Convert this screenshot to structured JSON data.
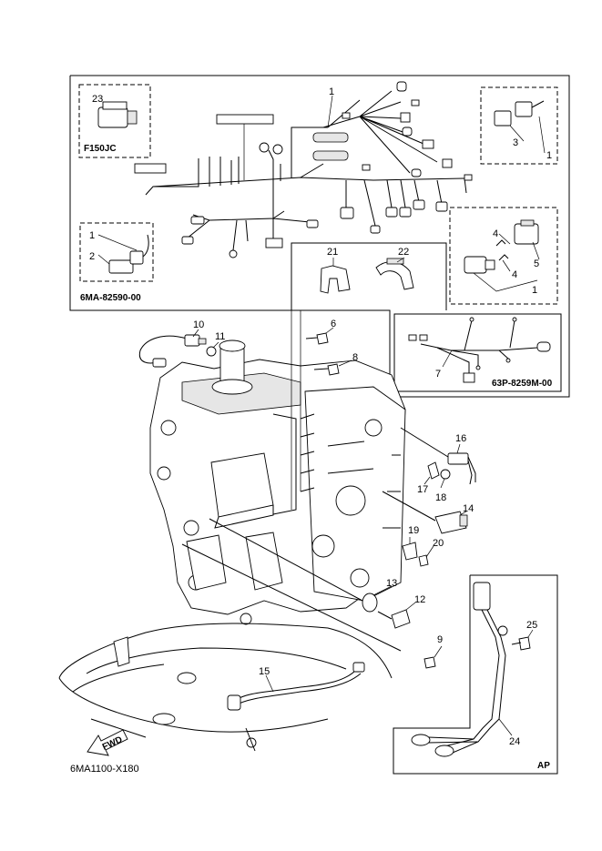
{
  "boxes": {
    "harness_code": "6MA-82590-00",
    "variant_code": "F150JC",
    "sub_harness_code": "63P-8259M-00",
    "battery_code": "AP"
  },
  "diagram_code": "6MA1100-X180",
  "fwd_label": "FWD",
  "callouts": {
    "c1a": "1",
    "c1b": "1",
    "c1c": "1",
    "c1d": "1",
    "c2": "2",
    "c3": "3",
    "c4a": "4",
    "c4b": "4",
    "c5": "5",
    "c6": "6",
    "c7": "7",
    "c8": "8",
    "c9": "9",
    "c10": "10",
    "c11": "11",
    "c12": "12",
    "c13": "13",
    "c14": "14",
    "c15": "15",
    "c16": "16",
    "c17": "17",
    "c18": "18",
    "c19": "19",
    "c20": "20",
    "c21": "21",
    "c22": "22",
    "c23": "23",
    "c24": "24",
    "c25": "25"
  }
}
